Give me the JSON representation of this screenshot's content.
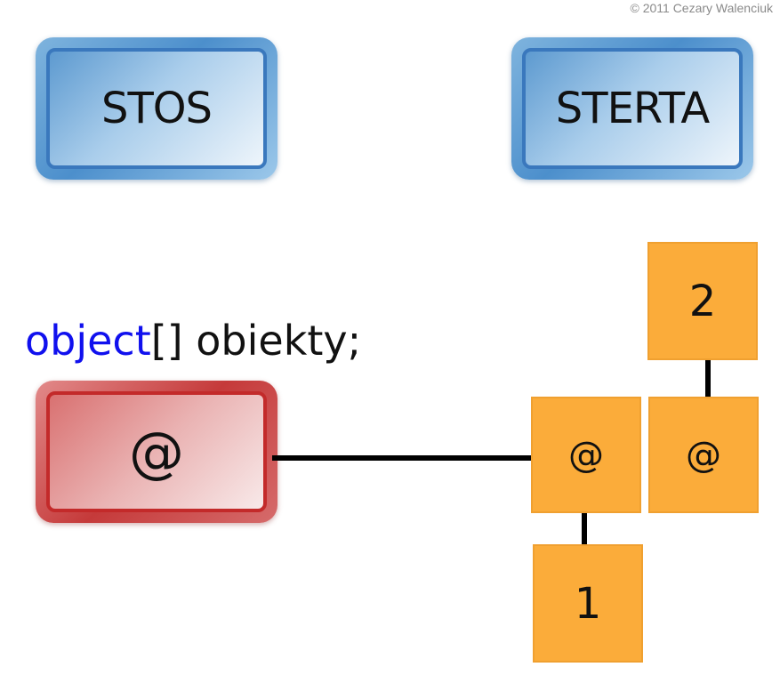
{
  "copyright": "© 2011 Cezary Walenciuk",
  "stack": {
    "title": "STOS"
  },
  "heap": {
    "title": "STERTA"
  },
  "declaration": {
    "type_keyword": "object",
    "rest": "[] obiekty;"
  },
  "reference": {
    "symbol": "@"
  },
  "array_cells": [
    {
      "symbol": "@",
      "value": "1"
    },
    {
      "symbol": "@",
      "value": "2"
    }
  ],
  "colors": {
    "stack_blue": "#3a78bd",
    "reference_red": "#c32a2a",
    "heap_orange": "#fbac3a",
    "keyword_blue": "#1010ee"
  }
}
